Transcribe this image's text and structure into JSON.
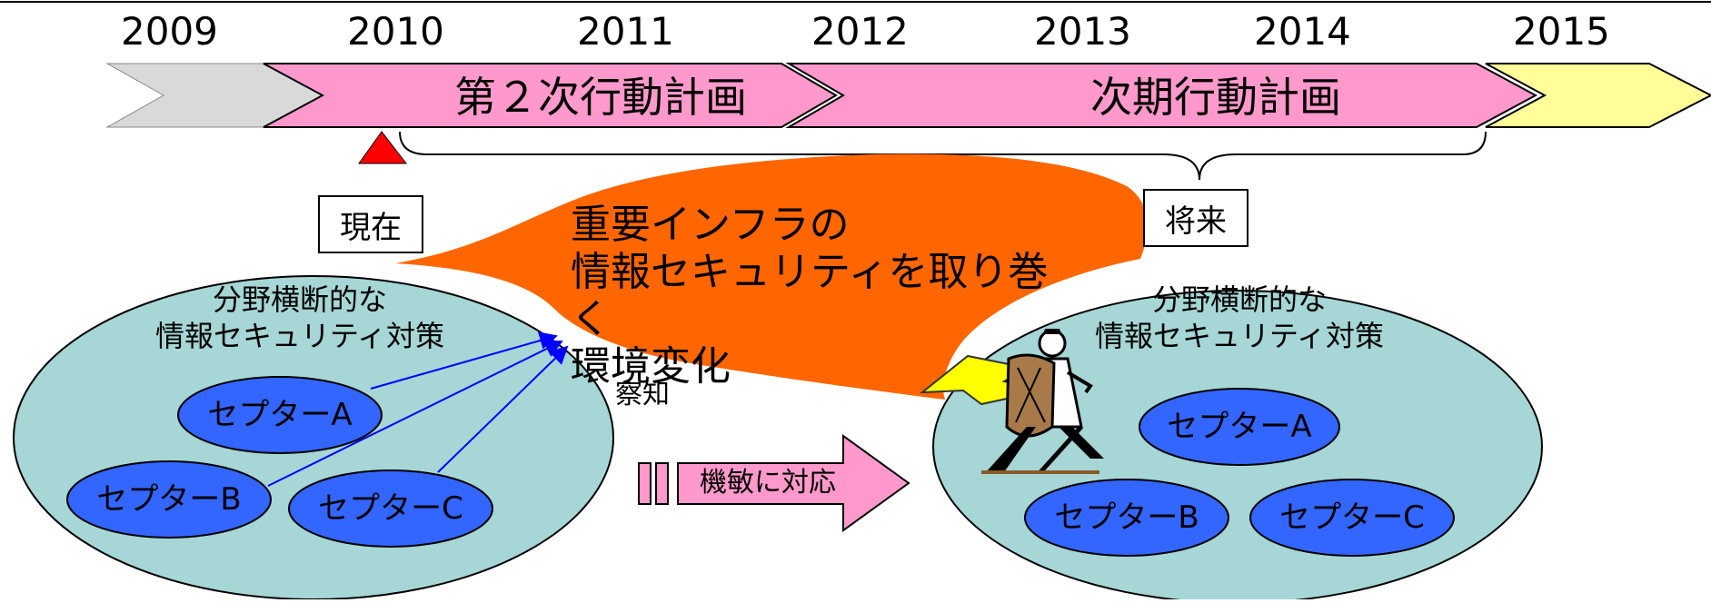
{
  "timeline": {
    "years": [
      "2009",
      "2010",
      "2011",
      "2012",
      "2013",
      "2014",
      "2015"
    ],
    "phase_current": "第２次行動計画",
    "phase_next": "次期行動計画"
  },
  "labels": {
    "present": "現在",
    "future": "将来",
    "detect": "察知",
    "respond": "機敏に対応"
  },
  "context": {
    "lines": [
      "重要インフラの",
      "情報セキュリティを取り巻く",
      "環境変化"
    ]
  },
  "left_group": {
    "title_lines": [
      "分野横断的な",
      "情報セキュリティ対策"
    ],
    "ceptars": [
      "セプターA",
      "セプターB",
      "セプターC"
    ]
  },
  "right_group": {
    "title_lines": [
      "分野横断的な",
      "情報セキュリティ対策"
    ],
    "ceptars": [
      "セプターA",
      "セプターB",
      "セプターC"
    ]
  },
  "colors": {
    "pink": "#ff99cc",
    "gray": "#d9d9d9",
    "yellow": "#ffff99",
    "orange": "#ff6600",
    "teal": "#a6d6d6",
    "blue": "#3366ff",
    "arrow_blue": "#0000ff",
    "red": "#ff0000"
  }
}
